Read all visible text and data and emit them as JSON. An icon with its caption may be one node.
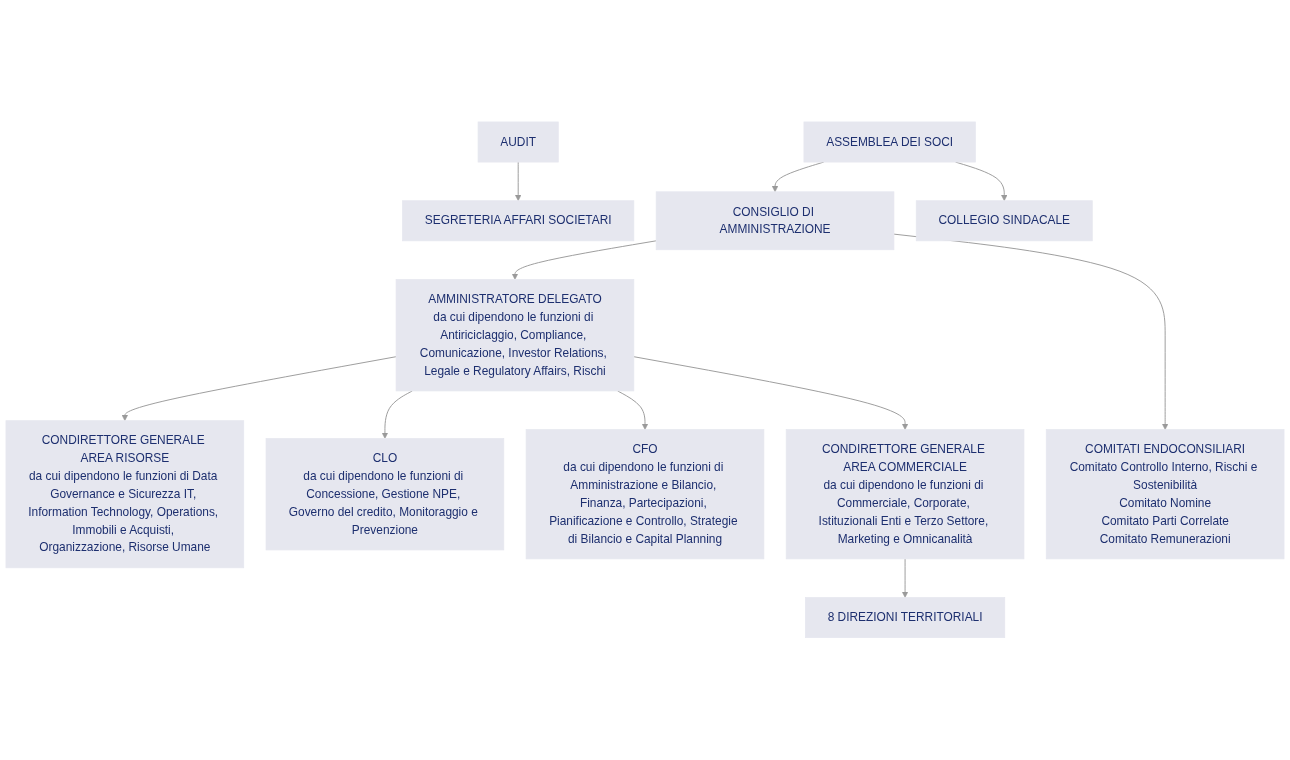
{
  "diagram": {
    "nodes": [
      {
        "text": [
          "ASSEMBLEA DEI SOCI"
        ]
      },
      {
        "text": [
          "COLLEGIO SINDACALE"
        ]
      },
      {
        "text": [
          "COMITATI ENDOCONSILIARI",
          "Comitato Controllo Interno, Rischi e Sostenibilità",
          "Comitato Nomine",
          "Comitato Parti Correlate",
          "Comitato Remunerazioni"
        ]
      },
      {
        "text": [
          "CONSIGLIO DI AMMINISTRAZIONE"
        ]
      },
      {
        "text": [
          "SEGRETERIA AFFARI SOCIETARI"
        ]
      },
      {
        "text": [
          "AUDIT"
        ]
      },
      {
        "text": [
          "AMMINISTRATORE DELEGATO",
          "da cui dipendono le funzioni di Antiriciclaggio, Compliance, Comunicazione, Investor Relations, Legale e Regulatory Affairs, Rischi"
        ]
      },
      {
        "text": [
          "CONDIRETTORE GENERALE AREA RISORSE",
          "da cui dipendono le funzioni di Data Governance e Sicurezza IT, Information Technology, Operations, Immobili e Acquisti, Organizzazione, Risorse Umane"
        ]
      },
      {
        "text": [
          "CLO",
          "da cui dipendono le funzioni di Concessione, Gestione NPE, Governo del credito, Monitoraggio e Prevenzione"
        ]
      },
      {
        "text": [
          "CFO",
          "da cui dipendono le funzioni di Amministrazione e Bilancio, Finanza, Partecipazioni, Pianificazione e Controllo, Strategie di Bilancio e Capital Planning"
        ]
      },
      {
        "text": [
          "CONDIRETTORE GENERALE AREA COMMERCIALE",
          "da cui dipendono le funzioni di Commerciale, Corporate, Istituzionali Enti e Terzo Settore, Marketing e Omnicanalità"
        ]
      },
      {
        "text": [
          "8 DIREZIONI TERRITORIALI"
        ]
      }
    ],
    "edges": [
      {
        "from": 0,
        "to": 1,
        "arrow": "to"
      },
      {
        "from": 0,
        "to": 3,
        "arrow": "to"
      },
      {
        "from": 3,
        "to": 2,
        "arrow": "to"
      },
      {
        "from": 5,
        "to": 4,
        "arrow": "to"
      },
      {
        "from": 3,
        "to": 6,
        "arrow": "to"
      },
      {
        "from": 6,
        "to": 7,
        "arrow": "to"
      },
      {
        "from": 6,
        "to": 8,
        "arrow": "to"
      },
      {
        "from": 6,
        "to": 9,
        "arrow": "to"
      },
      {
        "from": 6,
        "to": 10,
        "arrow": "to"
      },
      {
        "from": 10,
        "to": 11,
        "arrow": "to"
      }
    ]
  }
}
